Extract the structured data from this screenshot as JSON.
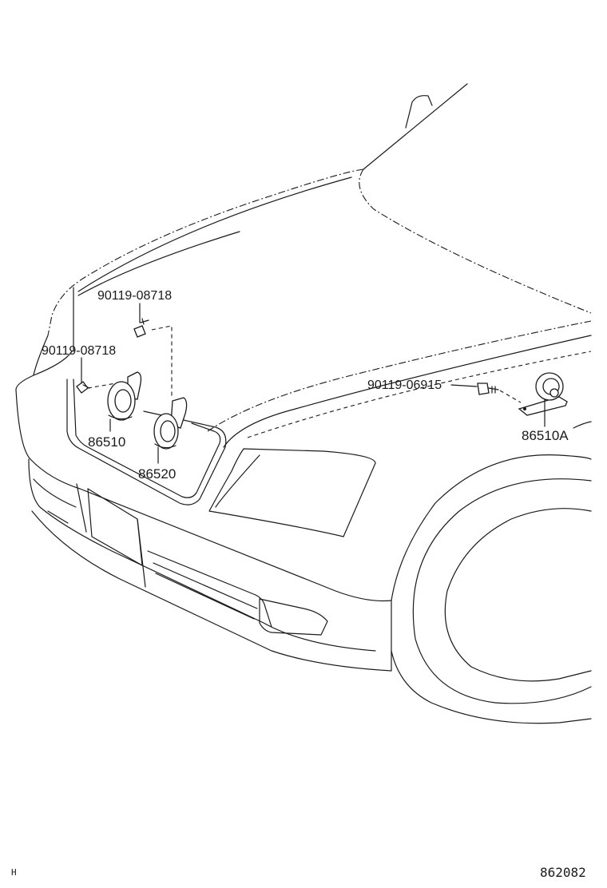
{
  "callouts": {
    "bolt_top": "90119-08718",
    "bolt_left": "90119-08718",
    "bolt_right": "90119-06915",
    "horn_low": "86510",
    "horn_high": "86520",
    "horn_right": "86510A"
  },
  "footer": {
    "left_mark": "H",
    "figure_number": "862082"
  }
}
